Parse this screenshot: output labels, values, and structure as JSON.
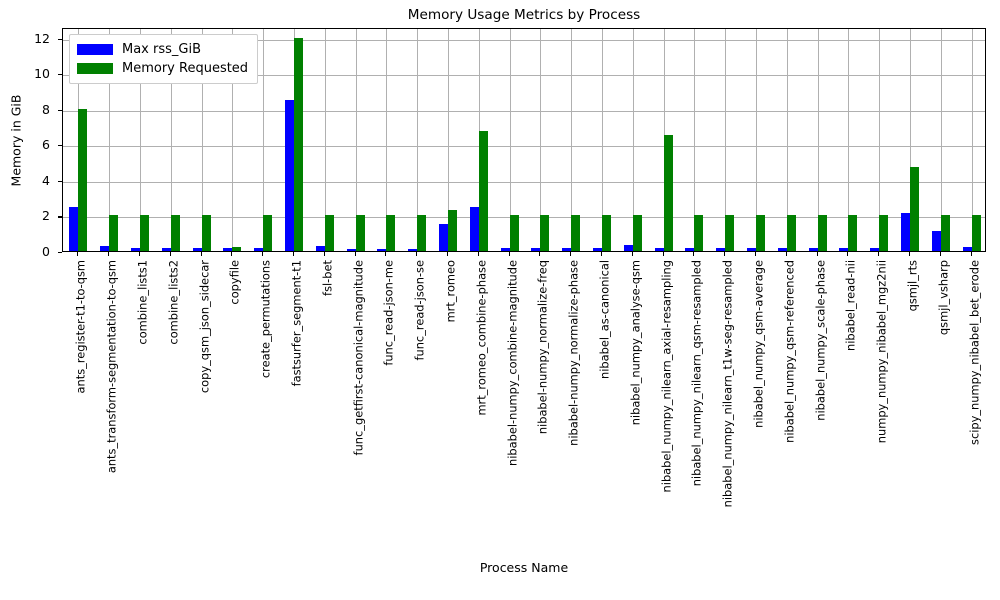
{
  "chart_data": {
    "type": "bar",
    "title": "Memory Usage Metrics by Process",
    "xlabel": "Process Name",
    "ylabel": "Memory in GiB",
    "ylim": [
      0,
      12.6
    ],
    "yticks": [
      0,
      2,
      4,
      6,
      8,
      10,
      12
    ],
    "grid": true,
    "legend_position": "upper left",
    "categories": [
      "ants_register-t1-to-qsm",
      "ants_transform-segmentation-to-qsm",
      "combine_lists1",
      "combine_lists2",
      "copy_qsm_json_sidecar",
      "copyfile",
      "create_permutations",
      "fastsurfer_segment-t1",
      "fsl-bet",
      "func_getfirst-canonical-magnitude",
      "func_read-json-me",
      "func_read-json-se",
      "mrt_romeo",
      "mrt_romeo_combine-phase",
      "nibabel-numpy_combine-magnitude",
      "nibabel-numpy_normalize-freq",
      "nibabel-numpy_normalize-phase",
      "nibabel_as-canonical",
      "nibabel_numpy_analyse-qsm",
      "nibabel_numpy_nilearn_axial-resampling",
      "nibabel_numpy_nilearn_qsm-resampled",
      "nibabel_numpy_nilearn_t1w-seg-resampled",
      "nibabel_numpy_qsm-average",
      "nibabel_numpy_qsm-referenced",
      "nibabel_numpy_scale-phase",
      "nibabel_read-nii",
      "numpy_numpy_nibabel_mgz2nii",
      "qsmjl_rts",
      "qsmjl_vsharp",
      "scipy_numpy_nibabel_bet_erode"
    ],
    "series": [
      {
        "name": "Max rss_GiB",
        "color": "#0000ff",
        "values": [
          2.45,
          0.3,
          0.18,
          0.18,
          0.18,
          0.17,
          0.18,
          8.5,
          0.3,
          0.13,
          0.12,
          0.12,
          1.5,
          2.45,
          0.15,
          0.17,
          0.15,
          0.18,
          0.32,
          0.17,
          0.17,
          0.17,
          0.17,
          0.17,
          0.17,
          0.17,
          0.18,
          2.15,
          1.1,
          0.25
        ]
      },
      {
        "name": "Memory Requested",
        "color": "#008000",
        "values": [
          8.0,
          2.0,
          2.0,
          2.0,
          2.0,
          0.2,
          2.0,
          12.0,
          2.0,
          2.0,
          2.0,
          2.0,
          2.3,
          6.75,
          2.0,
          2.0,
          2.0,
          2.0,
          2.0,
          6.55,
          2.0,
          2.0,
          2.0,
          2.0,
          2.0,
          2.0,
          2.0,
          4.7,
          2.0,
          2.0
        ]
      }
    ]
  }
}
